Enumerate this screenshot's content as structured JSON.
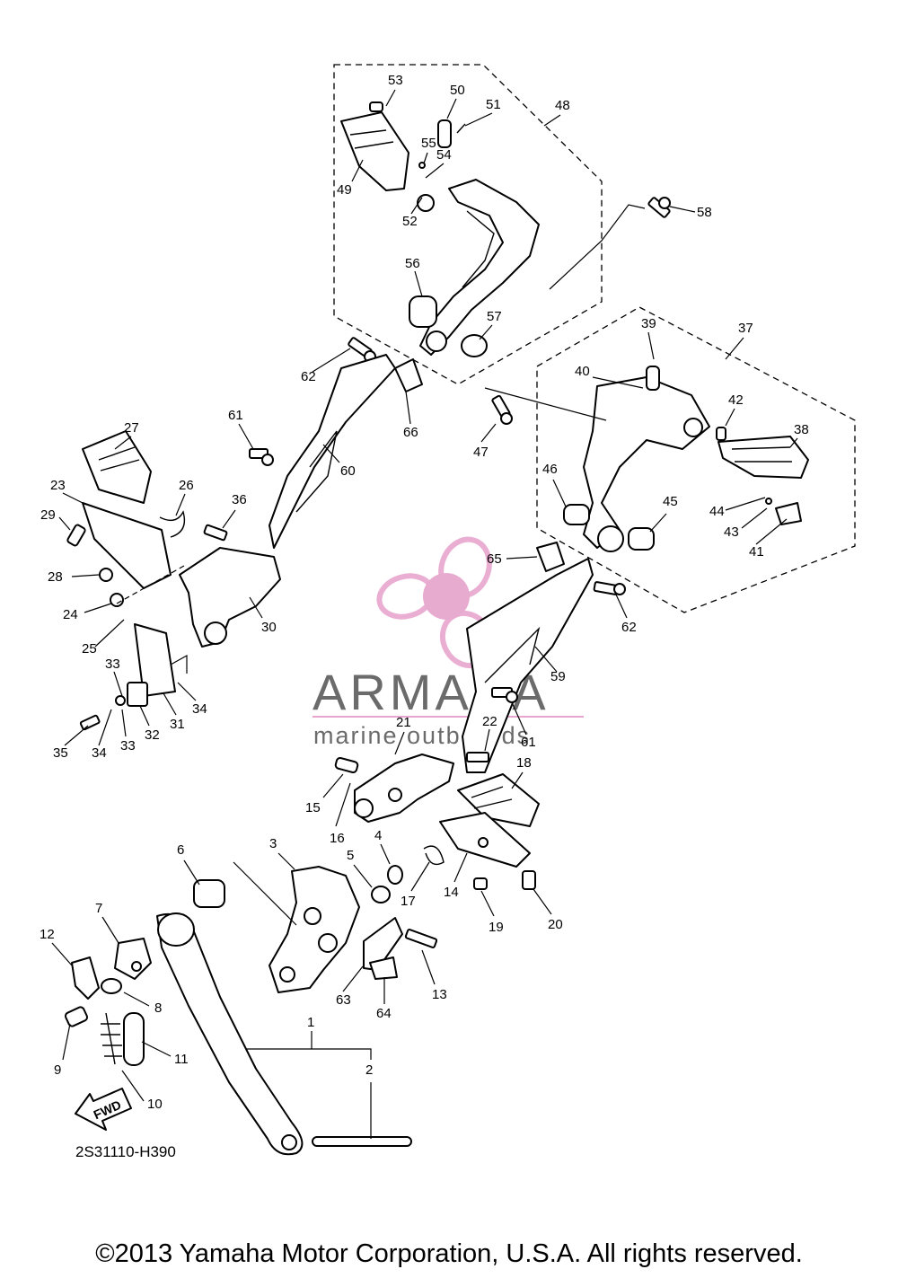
{
  "callouts": [
    "1",
    "2",
    "3",
    "4",
    "5",
    "6",
    "7",
    "8",
    "9",
    "10",
    "11",
    "12",
    "13",
    "14",
    "15",
    "16",
    "17",
    "18",
    "19",
    "20",
    "21",
    "22",
    "23",
    "24",
    "25",
    "26",
    "27",
    "28",
    "29",
    "30",
    "31",
    "32",
    "33",
    "33",
    "34",
    "34",
    "35",
    "36",
    "37",
    "38",
    "39",
    "40",
    "41",
    "42",
    "43",
    "44",
    "45",
    "46",
    "47",
    "48",
    "49",
    "50",
    "51",
    "52",
    "53",
    "54",
    "55",
    "56",
    "57",
    "58",
    "59",
    "60",
    "61",
    "61",
    "62",
    "62",
    "63",
    "64",
    "65",
    "66"
  ],
  "diagram_code": "2S31110-H390",
  "fwd_label": "FWD",
  "watermark": {
    "brand": "ARMADA",
    "tagline": "marine outboards",
    "accent_color": "#e8a6cf",
    "center_color": "#e6a2cc"
  },
  "copyright": "©2013 Yamaha Motor Corporation, U.S.A. All rights reserved."
}
